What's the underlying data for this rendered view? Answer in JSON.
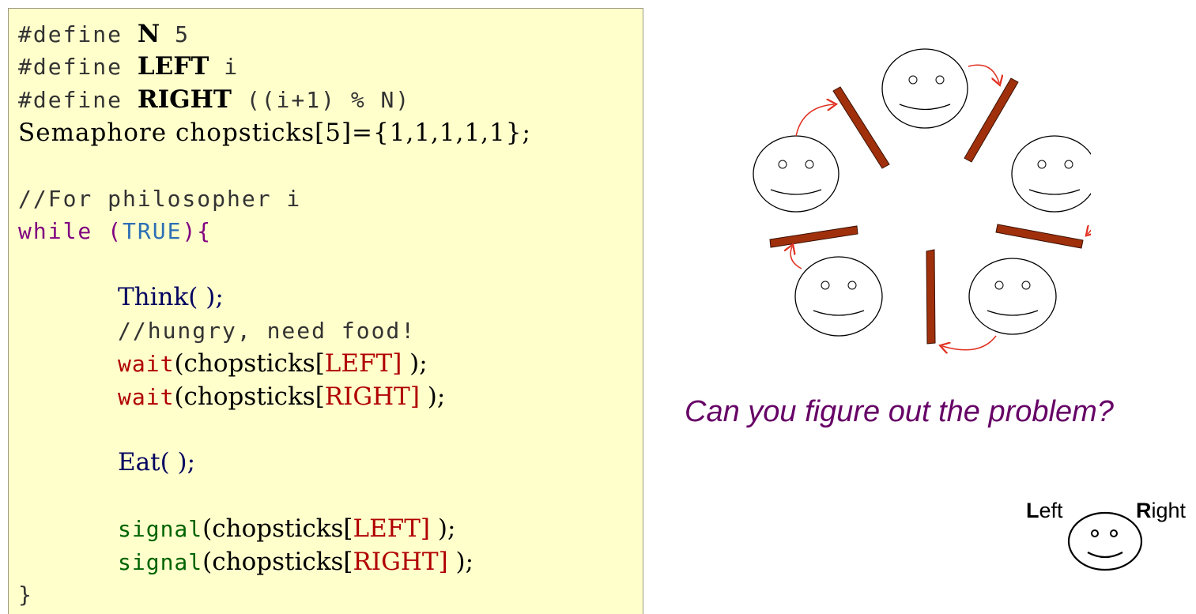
{
  "code": {
    "define_n": {
      "kw": "#define",
      "name": "N",
      "value": "5"
    },
    "define_left": {
      "kw": "#define",
      "name": "LEFT",
      "value": "i"
    },
    "define_right": {
      "kw": "#define",
      "name": "RIGHT",
      "value": "((i+1) % N)"
    },
    "semaphore": "Semaphore chopsticks[5]={1,1,1,1,1};",
    "comment_for": "//For philosopher i",
    "while_kw": "while",
    "while_open": " (",
    "while_true": "TRUE",
    "while_close": "){",
    "think": "Think( );",
    "comment_hungry": "//hungry, need food!",
    "wait_left": {
      "fn": "wait",
      "pre": "(chopsticks[",
      "idx": "LEFT]",
      "post": " );"
    },
    "wait_right": {
      "fn": "wait",
      "pre": "(chopsticks[",
      "idx": "RIGHT]",
      "post": " );"
    },
    "eat": "Eat( );",
    "signal_left": {
      "fn": "signal",
      "pre": "(chopsticks[",
      "idx": "LEFT]",
      "post": " );"
    },
    "signal_right": {
      "fn": "signal",
      "pre": "(chopsticks[",
      "idx": "RIGHT]",
      "post": " );"
    },
    "close_brace": "}"
  },
  "question": "Can you figure out the problem?",
  "legend": {
    "left_initial": "L",
    "left_rest": "eft",
    "right_initial": "R",
    "right_rest": "ight"
  },
  "colors": {
    "chopstick": "#a0300c",
    "arrow": "#e03020",
    "question": "#660066"
  }
}
